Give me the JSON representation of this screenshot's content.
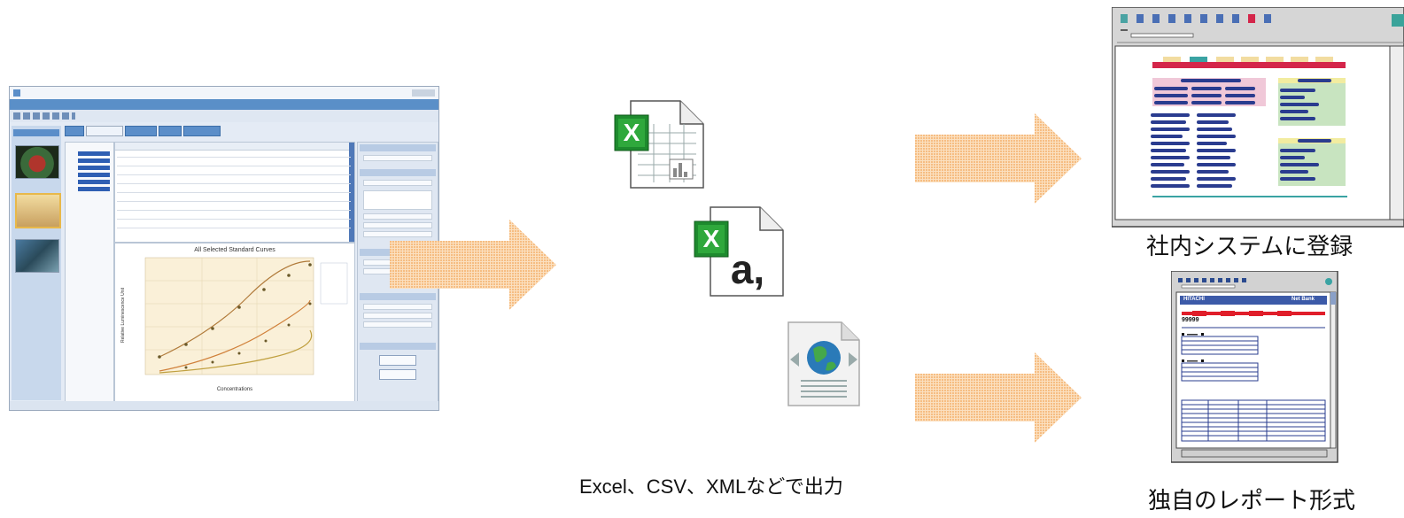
{
  "labels": {
    "export_caption": "Excel、CSV、XMLなどで出力",
    "system_caption": "社内システムに登録",
    "report_caption": "独自のレポート形式"
  },
  "app": {
    "chart_title": "All Selected Standard Curves",
    "x_axis_label": "Concentrations",
    "y_axis_label": "Relative Luminescence Unit"
  },
  "bank_report": {
    "brand": "HITACHI",
    "service": "Net Bank",
    "account": "99999"
  },
  "icons": {
    "excel": "excel-spreadsheet-icon",
    "csv": "excel-csv-icon",
    "xml": "xml-web-document-icon"
  },
  "colors": {
    "arrow": "#f7c38c",
    "excel_green": "#1e8a2e",
    "accent_red": "#d4264a",
    "accent_navy": "#2a3c8f"
  }
}
